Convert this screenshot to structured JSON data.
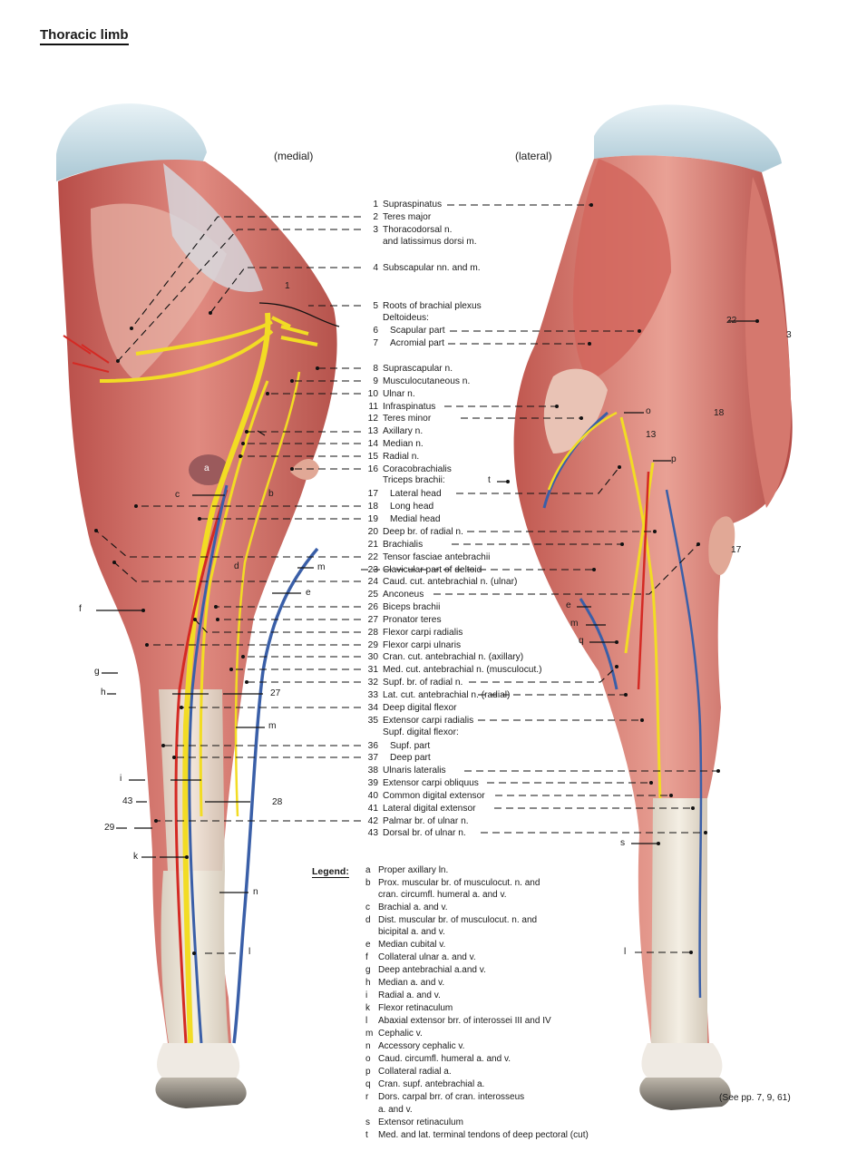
{
  "title": "Thoracic limb",
  "views": {
    "medial": "(medial)",
    "lateral": "(lateral)"
  },
  "headings": {
    "deltoideus": "Deltoideus:",
    "triceps": "Triceps brachii:",
    "supf_flexor": "Supf. digital flexor:"
  },
  "items": [
    {
      "n": "1",
      "t": "Supraspinatus"
    },
    {
      "n": "2",
      "t": "Teres major"
    },
    {
      "n": "3",
      "t": "Thoracodorsal n."
    },
    {
      "n": "",
      "t": "and latissimus dorsi m."
    },
    {
      "n": "4",
      "t": "Subscapular nn. and m."
    },
    {
      "n": "5",
      "t": "Roots of brachial plexus"
    },
    {
      "n": "6",
      "t": "Scapular part"
    },
    {
      "n": "7",
      "t": "Acromial part"
    },
    {
      "n": "8",
      "t": "Suprascapular n."
    },
    {
      "n": "9",
      "t": "Musculocutaneous n."
    },
    {
      "n": "10",
      "t": "Ulnar n."
    },
    {
      "n": "11",
      "t": "Infraspinatus"
    },
    {
      "n": "12",
      "t": "Teres minor"
    },
    {
      "n": "13",
      "t": "Axillary n."
    },
    {
      "n": "14",
      "t": "Median n."
    },
    {
      "n": "15",
      "t": "Radial n."
    },
    {
      "n": "16",
      "t": "Coracobrachialis"
    },
    {
      "n": "17",
      "t": "Lateral head"
    },
    {
      "n": "18",
      "t": "Long head"
    },
    {
      "n": "19",
      "t": "Medial head"
    },
    {
      "n": "20",
      "t": "Deep br. of radial n."
    },
    {
      "n": "21",
      "t": "Brachialis"
    },
    {
      "n": "22",
      "t": "Tensor fasciae antebrachii"
    },
    {
      "n": "23",
      "t": "Clavicular part of deltoid"
    },
    {
      "n": "24",
      "t": "Caud. cut. antebrachial n. (ulnar)"
    },
    {
      "n": "25",
      "t": "Anconeus"
    },
    {
      "n": "26",
      "t": "Biceps brachii"
    },
    {
      "n": "27",
      "t": "Pronator teres"
    },
    {
      "n": "28",
      "t": "Flexor carpi radialis"
    },
    {
      "n": "29",
      "t": "Flexor carpi ulnaris"
    },
    {
      "n": "30",
      "t": "Cran. cut. antebrachial n. (axillary)"
    },
    {
      "n": "31",
      "t": "Med. cut. antebrachial n. (musculocut.)"
    },
    {
      "n": "32",
      "t": "Supf. br. of radial n."
    },
    {
      "n": "33",
      "t": "Lat. cut. antebrachial n. (radial)"
    },
    {
      "n": "34",
      "t": "Deep digital flexor"
    },
    {
      "n": "35",
      "t": "Extensor carpi radialis"
    },
    {
      "n": "36",
      "t": "Supf. part"
    },
    {
      "n": "37",
      "t": "Deep part"
    },
    {
      "n": "38",
      "t": "Ulnaris lateralis"
    },
    {
      "n": "39",
      "t": "Extensor carpi obliquus"
    },
    {
      "n": "40",
      "t": "Common digital extensor"
    },
    {
      "n": "41",
      "t": "Lateral digital extensor"
    },
    {
      "n": "42",
      "t": "Palmar br. of ulnar n."
    },
    {
      "n": "43",
      "t": "Dorsal br. of ulnar n."
    }
  ],
  "figure_tags": {
    "a": "a",
    "b": "b",
    "c": "c",
    "d": "d",
    "e": "e",
    "f": "f",
    "g": "g",
    "h": "h",
    "i": "i",
    "k": "k",
    "l": "l",
    "m": "m",
    "n": "n",
    "o": "o",
    "p": "p",
    "q": "q",
    "s": "s",
    "t": "t",
    "n1": "1",
    "n3": "3",
    "n13": "13",
    "n17": "17",
    "n18": "18",
    "n22": "22",
    "n27": "27",
    "n28": "28",
    "n29": "29",
    "n43": "43"
  },
  "legend_title": "Legend:",
  "legend": [
    {
      "k": "a",
      "t": "Proper axillary ln."
    },
    {
      "k": "b",
      "t": "Prox. muscular br. of musculocut. n. and"
    },
    {
      "k": "",
      "t": "cran. circumfl. humeral a. and v."
    },
    {
      "k": "c",
      "t": "Brachial a. and v."
    },
    {
      "k": "d",
      "t": "Dist. muscular br. of musculocut. n. and"
    },
    {
      "k": "",
      "t": "bicipital a. and v."
    },
    {
      "k": "e",
      "t": "Median cubital v."
    },
    {
      "k": "f",
      "t": "Collateral ulnar a. and v."
    },
    {
      "k": "g",
      "t": "Deep antebrachial a.and v."
    },
    {
      "k": "h",
      "t": "Median a. and v."
    },
    {
      "k": "i",
      "t": "Radial a. and v."
    },
    {
      "k": "k",
      "t": "Flexor retinaculum"
    },
    {
      "k": "l",
      "t": "Abaxial extensor brr. of interossei III and IV"
    },
    {
      "k": "m",
      "t": "Cephalic v."
    },
    {
      "k": "n",
      "t": "Accessory cephalic v."
    },
    {
      "k": "o",
      "t": "Caud. circumfl. humeral a. and v."
    },
    {
      "k": "p",
      "t": "Collateral radial a."
    },
    {
      "k": "q",
      "t": "Cran. supf. antebrachial a."
    },
    {
      "k": "r",
      "t": "Dors. carpal brr. of cran. interosseus"
    },
    {
      "k": "",
      "t": "a. and v."
    },
    {
      "k": "s",
      "t": "Extensor retinaculum"
    },
    {
      "k": "t",
      "t": "Med. and lat. terminal tendons of deep pectoral (cut)"
    }
  ],
  "see_also": "(See pp. 7, 9, 61)",
  "colors": {
    "muscle": "#c9605a",
    "nerve": "#f2dc24",
    "artery": "#d42a24",
    "vein": "#3a5fa8",
    "cartilage": "#cfe3ec",
    "tendon": "#e9e4d6",
    "hoof": "#9a948a"
  }
}
